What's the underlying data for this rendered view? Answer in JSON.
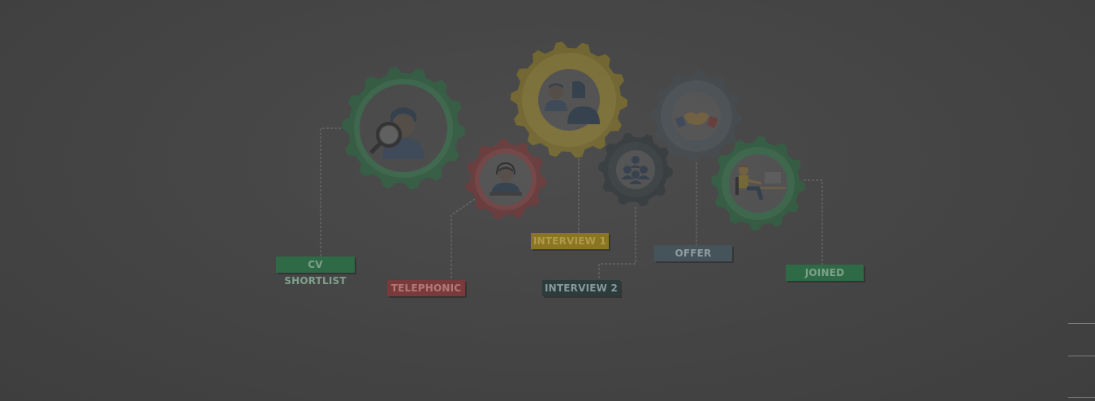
{
  "stages": [
    {
      "id": "cv",
      "label": "CV SHORTLIST",
      "color": "#2e6a45",
      "icon": "person-magnifier-icon"
    },
    {
      "id": "tel",
      "label": "TELEPHONIC",
      "color": "#7a3a3a",
      "icon": "headset-agent-icon"
    },
    {
      "id": "int1",
      "label": "INTERVIEW 1",
      "color": "#8a7523",
      "icon": "two-people-icon"
    },
    {
      "id": "int2",
      "label": "INTERVIEW 2",
      "color": "#2c3b3b",
      "icon": "group-people-icon"
    },
    {
      "id": "offer",
      "label": "OFFER",
      "color": "#45545a",
      "icon": "handshake-icon"
    },
    {
      "id": "joined",
      "label": "JOINED",
      "color": "#2e6a45",
      "icon": "person-at-desk-icon"
    }
  ],
  "colors": {
    "background": "#4a4a4a",
    "green_gear": "#2f6a45",
    "red_gear": "#7b3838",
    "yellow_gear": "#8b7a2a",
    "dark_gear": "#323a3d",
    "gray_gear": "#474f55",
    "connector": "#8a8a8a"
  }
}
